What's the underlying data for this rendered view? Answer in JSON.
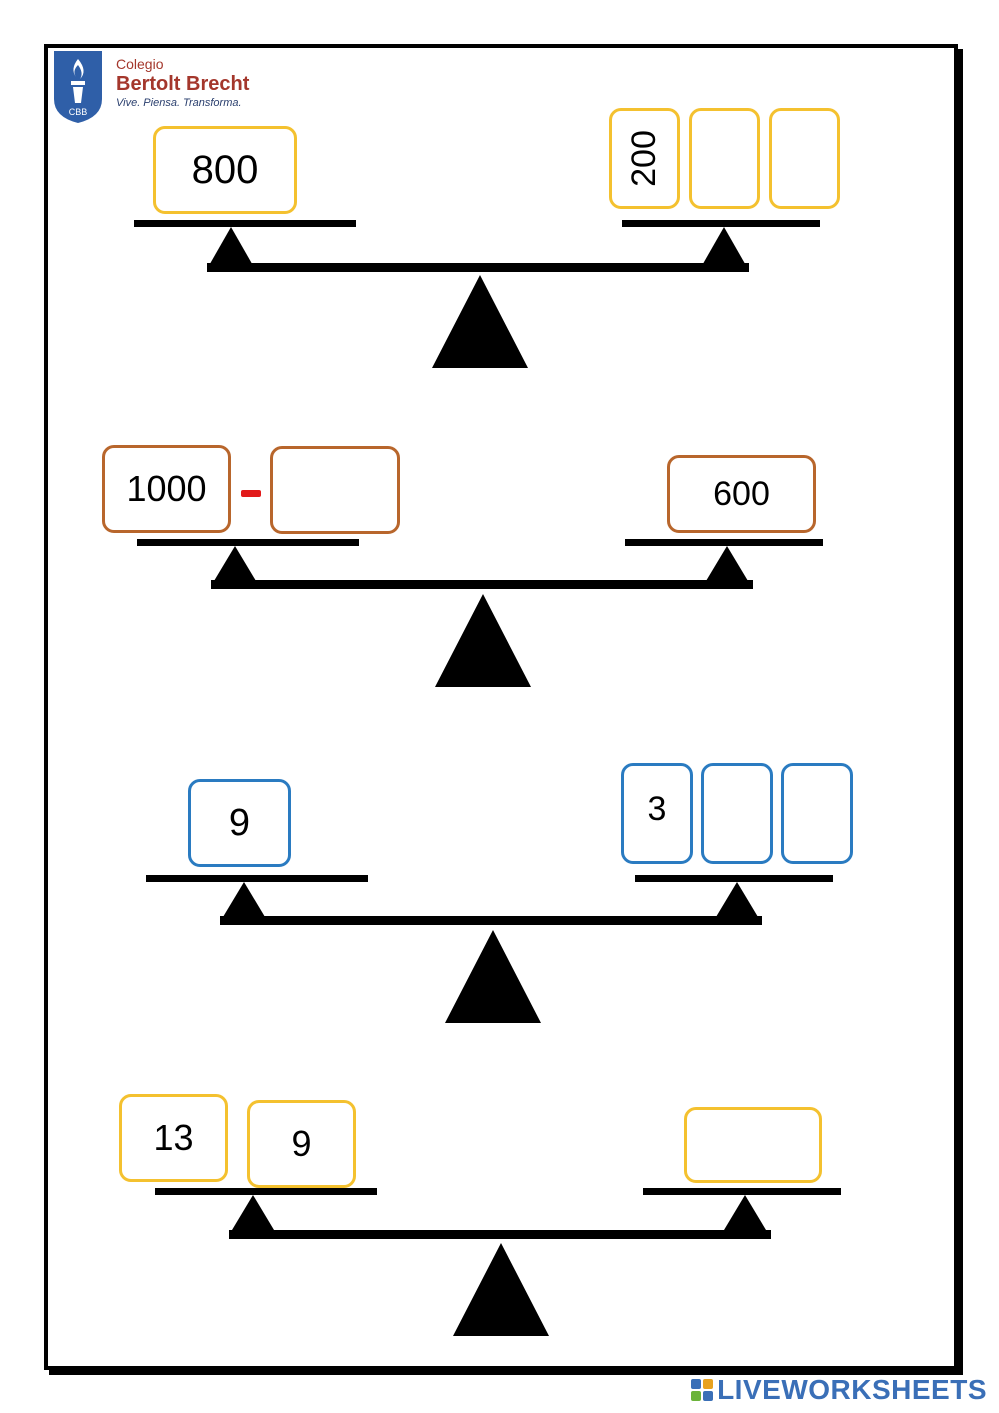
{
  "logo": {
    "line1": "Colegio",
    "line2": "Bertolt Brecht",
    "line3": "Vive. Piensa. Transforma.",
    "emblem_text": "CBB"
  },
  "scales": [
    {
      "left_boxes": [
        "800"
      ],
      "right_boxes": [
        "200",
        "",
        ""
      ],
      "color": "#f4c12f"
    },
    {
      "left_boxes": [
        "1000",
        ""
      ],
      "operator": "-",
      "right_boxes": [
        "600"
      ],
      "color": "#b8662c"
    },
    {
      "left_boxes": [
        "9"
      ],
      "right_boxes": [
        "3",
        "",
        ""
      ],
      "color": "#2a7bc1"
    },
    {
      "left_boxes": [
        "13",
        "9"
      ],
      "right_boxes": [
        ""
      ],
      "color": "#f4c12f"
    }
  ],
  "footer": {
    "brand": "LIVEWORKSHEETS"
  }
}
